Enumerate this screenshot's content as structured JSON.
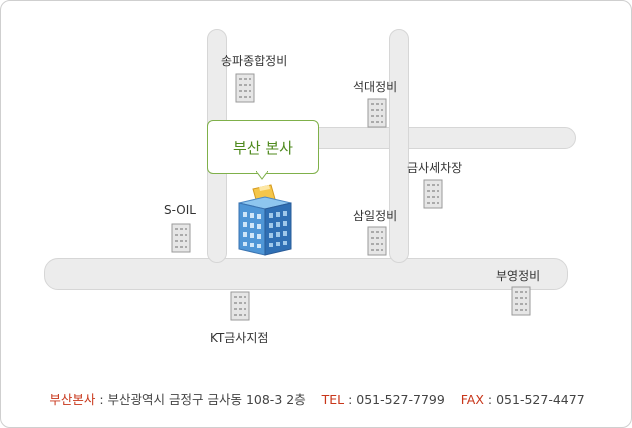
{
  "callout": {
    "label": "부산 본사"
  },
  "landmarks": {
    "songpa": "송파종합정비",
    "seokdae": "석대정비",
    "geumsa_wash": "금사세차장",
    "soil": "S-OIL",
    "samil": "삼일정비",
    "buyeong": "부영정비",
    "kt": "KT금사지점"
  },
  "footer": {
    "hq_label": "부산본사",
    "hq_sep": " : ",
    "address": "부산광역시 금정구 금사동 108-3 2층",
    "tel_label": "TEL",
    "tel_sep": " : ",
    "tel": "051-527-7799",
    "fax_label": "FAX",
    "fax_sep": " : ",
    "fax": "051-527-4477"
  },
  "colors": {
    "accent": "#c8361a",
    "callout": "#4f8a1e",
    "road": "#ececec"
  }
}
